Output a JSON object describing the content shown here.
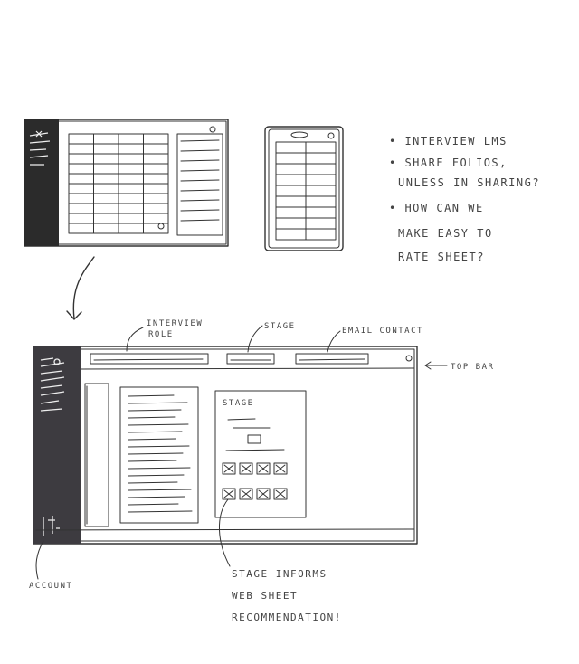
{
  "notes": [
    "• INTERVIEW LMS",
    "• SHARE FOLIOS,",
    "UNLESS IN SHARING?",
    "• HOW CAN WE",
    "MAKE EASY TO",
    "RATE SHEET?"
  ],
  "labels": {
    "interview_role": [
      "INTERVIEW",
      "ROLE"
    ],
    "stage": "STAGE",
    "email_contact": "EMAIL CONTACT",
    "top_bar": "TOP BAR",
    "account": "ACCOUNT",
    "stage_panel_title": "STAGE",
    "stage_informs": [
      "STAGE INFORMS",
      "WEB SHEET",
      "RECOMMENDATION!"
    ]
  }
}
